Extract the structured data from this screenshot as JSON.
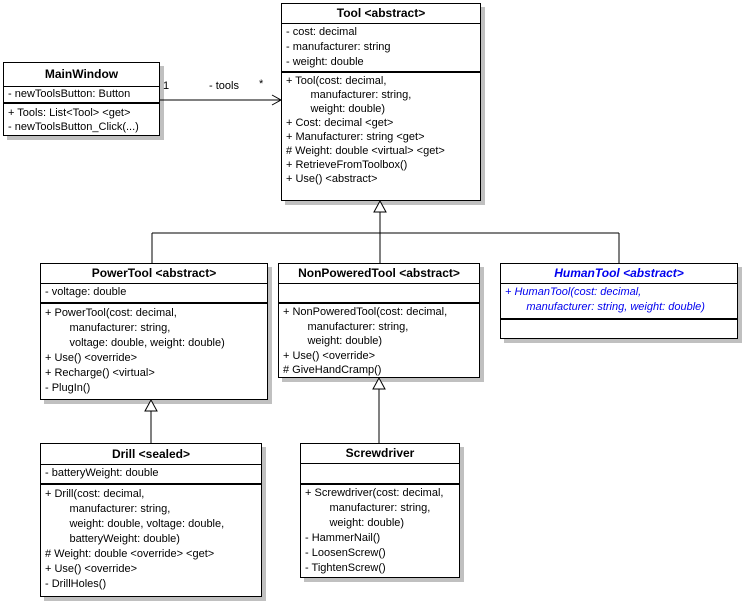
{
  "classes": {
    "tool": {
      "title": "Tool <abstract>",
      "attributes": [
        "- cost: decimal",
        "- manufacturer: string",
        "- weight: double"
      ],
      "methods": [
        "+ Tool(cost: decimal,",
        "        manufacturer: string,",
        "        weight: double)",
        "+ Cost: decimal <get>",
        "+ Manufacturer: string <get>",
        "# Weight: double <virtual> <get>",
        "+ RetrieveFromToolbox()",
        "+ Use() <abstract>"
      ]
    },
    "mainwindow": {
      "title": "MainWindow",
      "attributes": [
        "- newToolsButton: Button"
      ],
      "methods": [
        "+ Tools: List<Tool> <get>",
        "- newToolsButton_Click(...)"
      ]
    },
    "powertool": {
      "title": "PowerTool <abstract>",
      "attributes": [
        "- voltage: double"
      ],
      "methods": [
        "+ PowerTool(cost: decimal,",
        "        manufacturer: string,",
        "        voltage: double, weight: double)",
        "+ Use() <override>",
        "+ Recharge() <virtual>",
        "- PlugIn()"
      ]
    },
    "nonpoweredtool": {
      "title": "NonPoweredTool <abstract>",
      "attributes": [],
      "methods": [
        "+ NonPoweredTool(cost: decimal,",
        "        manufacturer: string,",
        "        weight: double)",
        "+ Use() <override>",
        "# GiveHandCramp()"
      ]
    },
    "humantool": {
      "title": "HumanTool <abstract>",
      "methods": [
        "+ HumanTool(cost: decimal,",
        "       manufacturer: string, weight: double)"
      ]
    },
    "drill": {
      "title": "Drill <sealed>",
      "attributes": [
        "- batteryWeight: double"
      ],
      "methods": [
        "+ Drill(cost: decimal,",
        "        manufacturer: string,",
        "        weight: double, voltage: double,",
        "        batteryWeight: double)",
        "# Weight: double <override> <get>",
        "+ Use() <override>",
        "- DrillHoles()"
      ]
    },
    "screwdriver": {
      "title": "Screwdriver",
      "attributes": [],
      "methods": [
        "+ Screwdriver(cost: decimal,",
        "        manufacturer: string,",
        "        weight: double)",
        "- HammerNail()",
        "- LoosenScrew()",
        "- TightenScrew()"
      ]
    }
  },
  "association": {
    "source_multiplicity": "1",
    "name": "- tools",
    "target_multiplicity": "*"
  },
  "colors": {
    "humantool_text": "#0000EE",
    "box_fill": "#FFFFFF",
    "line": "#000000",
    "shadow": "#C0C0C0"
  }
}
